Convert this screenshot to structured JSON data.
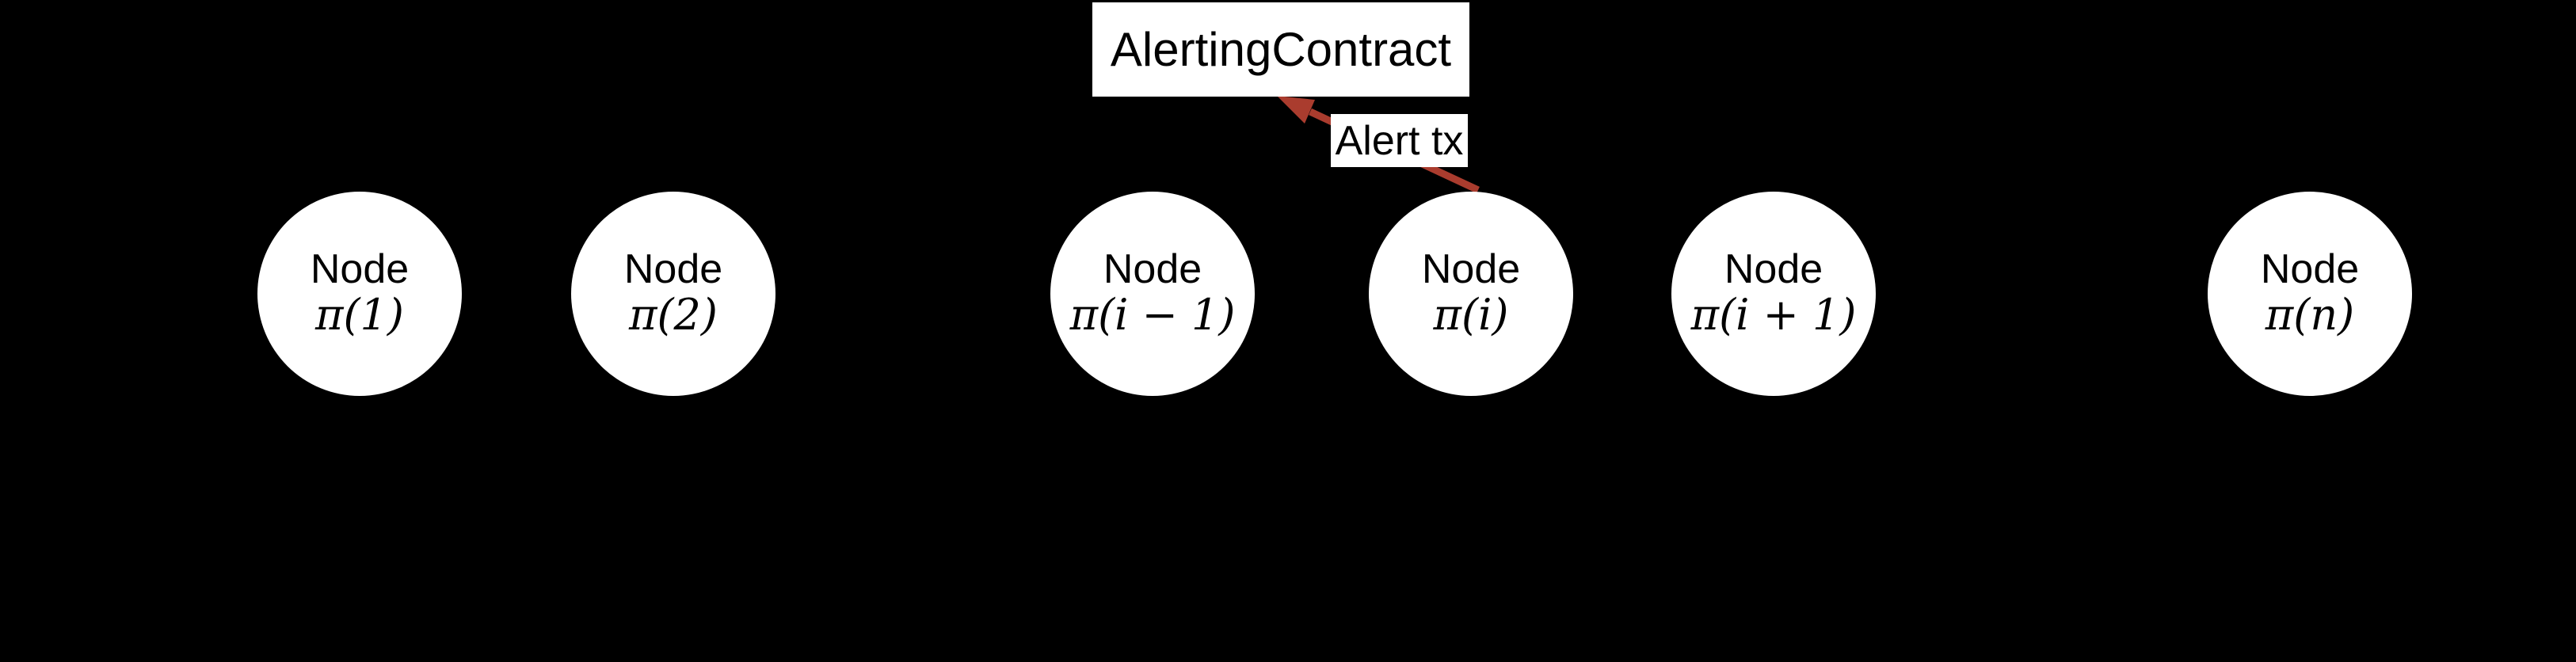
{
  "figure": {
    "contract_box": {
      "label": "AlertingContract"
    },
    "alert_arrow": {
      "label": "Alert tx"
    },
    "nodes": [
      {
        "title": "Node",
        "math": "π(1)"
      },
      {
        "title": "Node",
        "math": "π(2)"
      },
      {
        "title": "Node",
        "math": "π(i − 1)"
      },
      {
        "title": "Node",
        "math": "π(i)"
      },
      {
        "title": "Node",
        "math": "π(i + 1)"
      },
      {
        "title": "Node",
        "math": "π(n)"
      }
    ],
    "colors": {
      "background": "#000000",
      "box_fill": "#ffffff",
      "node_fill": "#ffffff",
      "text": "#000000",
      "arrow": "#aa3c2e"
    }
  }
}
